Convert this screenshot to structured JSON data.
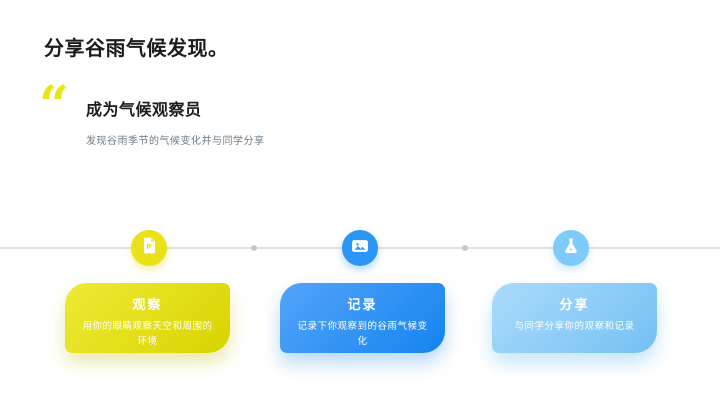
{
  "slide": {
    "title": "分享谷雨气候发现。",
    "quote_mark": "“",
    "section_heading": "成为气候观察员",
    "section_subtitle": "发现谷雨季节的气候变化并与同学分享"
  },
  "timeline": {
    "steps": [
      {
        "icon": "document-icon",
        "icon_letter": "P",
        "title": "观察",
        "description": "用你的眼睛观察天空和周围的环境",
        "circle_color": "#eae218",
        "card_gradient_start": "#efea35",
        "card_gradient_end": "#d8d400"
      },
      {
        "icon": "image-icon",
        "title": "记录",
        "description": "记录下你观察到的谷雨气候变化",
        "circle_color": "#2b96f5",
        "card_gradient_start": "#55a4f8",
        "card_gradient_end": "#1384f0"
      },
      {
        "icon": "flask-icon",
        "title": "分享",
        "description": "与同学分享你的观察和记录",
        "circle_color": "#7ecbf9",
        "card_gradient_start": "#abdbfb",
        "card_gradient_end": "#74c1f4"
      }
    ]
  },
  "colors": {
    "background": "#ffffff",
    "title_text": "#1c1c1e",
    "subtitle_text": "#6e7b85",
    "accent_yellow": "#e9e415",
    "accent_blue": "#2b96f5",
    "accent_light_blue": "#7ecbf9",
    "timeline_line": "#e1e1e1",
    "timeline_dot": "#c8c8c8",
    "card_text": "#ffffff"
  }
}
